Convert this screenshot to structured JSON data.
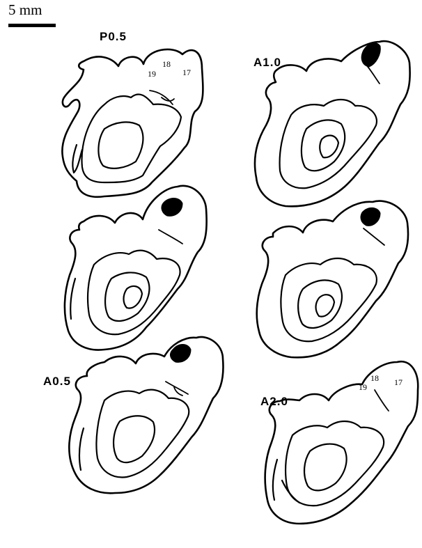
{
  "scale_bar": {
    "label": "5 mm"
  },
  "sections": [
    {
      "id": "p05",
      "label": "P0.5",
      "area_labels": [
        "19",
        "18",
        "17"
      ]
    },
    {
      "id": "a10",
      "label": "A1.0"
    },
    {
      "id": "mid_left",
      "label": ""
    },
    {
      "id": "mid_right",
      "label": ""
    },
    {
      "id": "a05",
      "label": "A0.5"
    },
    {
      "id": "a20",
      "label": "A2.0",
      "area_labels": [
        "19",
        "18",
        "17"
      ]
    }
  ],
  "colors": {
    "ink": "#000000",
    "background": "#ffffff"
  }
}
